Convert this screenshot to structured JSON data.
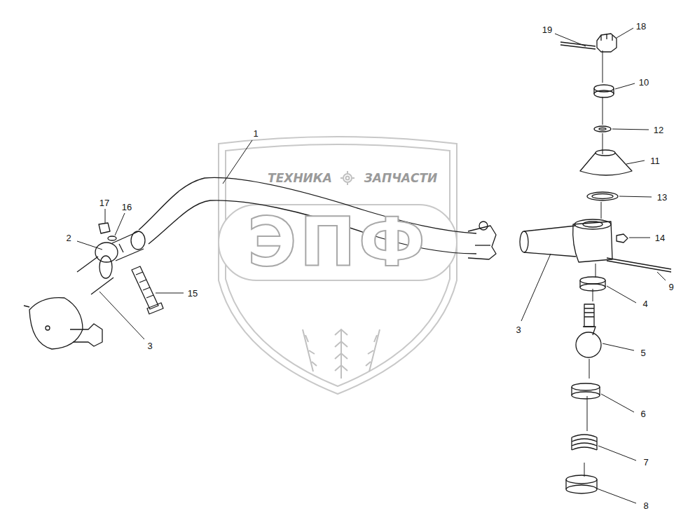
{
  "diagram": {
    "labels": [
      "19",
      "18",
      "10",
      "12",
      "11",
      "13",
      "1",
      "ТЕХНИКА",
      "ЗАПЧАСТИ",
      "17",
      "16",
      "2",
      "ЭПФ",
      "14",
      "9",
      "15",
      "4",
      "3",
      "3",
      "5",
      "6",
      "7",
      "8"
    ]
  }
}
